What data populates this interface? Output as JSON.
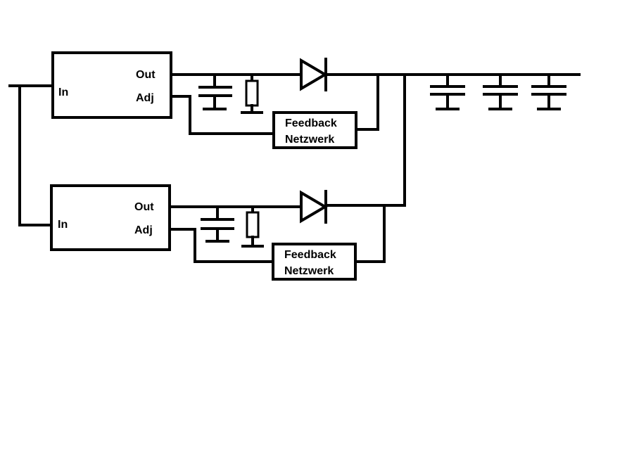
{
  "diagram": {
    "regulators": [
      {
        "in_label": "In",
        "out_label": "Out",
        "adj_label": "Adj"
      },
      {
        "in_label": "In",
        "out_label": "Out",
        "adj_label": "Adj"
      }
    ],
    "feedback_networks": [
      {
        "line1": "Feedback",
        "line2": "Netzwerk"
      },
      {
        "line1": "Feedback",
        "line2": "Netzwerk"
      }
    ],
    "colors": {
      "line": "#000000",
      "background": "#ffffff"
    }
  }
}
